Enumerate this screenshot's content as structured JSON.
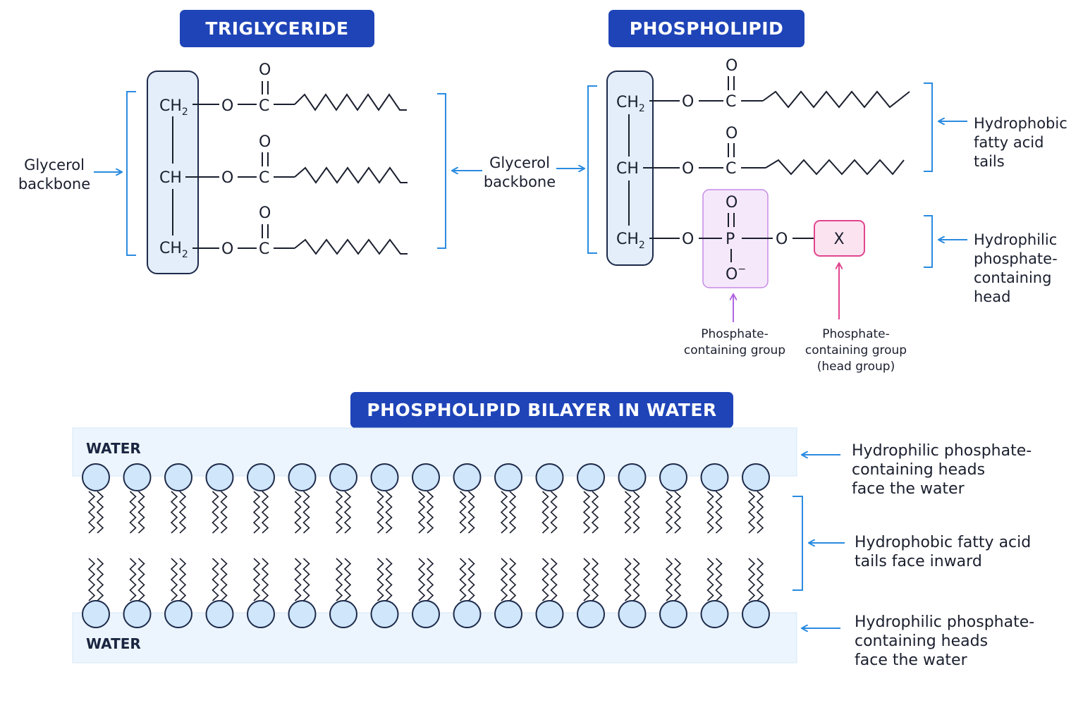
{
  "titles": {
    "triglyceride": "TRIGLYCERIDE",
    "phospholipid": "PHOSPHOLIPID",
    "bilayer": "PHOSPHOLIPID BILAYER IN WATER"
  },
  "triglyceride": {
    "glycerol_label": [
      "Glycerol",
      "backbone"
    ],
    "carbons": [
      "CH",
      "CH",
      "CH"
    ]
  },
  "phospholipid": {
    "glycerol_label": [
      "Glycerol",
      "backbone"
    ],
    "tails_label": [
      "Hydrophobic",
      "fatty acid",
      "tails"
    ],
    "head_label": [
      "Hydrophilic",
      "phosphate-",
      "containing",
      "head"
    ],
    "phosphate_group_label": [
      "Phosphate-",
      "containing group"
    ],
    "head_group_label": [
      "Phosphate-",
      "containing group",
      "(head group)"
    ],
    "x_label": "X",
    "phosphorus": "P"
  },
  "bilayer": {
    "water_top": "WATER",
    "water_bottom": "WATER",
    "top_label": [
      "Hydrophilic phosphate-",
      "containing heads",
      "face the water"
    ],
    "middle_label": [
      "Hydrophobic fatty acid",
      "tails face inward"
    ],
    "bottom_label": [
      "Hydrophilic phosphate-",
      "containing heads",
      "face the water"
    ],
    "lipid_pairs": 17
  },
  "colors": {
    "title_bg": "#1f44b8",
    "arrow": "#2a8be0",
    "glycerol_fill": "#e3eefa",
    "glycerol_stroke": "#1d2a4a",
    "phosphate_fill": "#f6e8fb",
    "phosphate_stroke": "#c58be6",
    "x_fill": "#fbe3ef",
    "x_stroke": "#e0458f",
    "head_fill": "#cfe6fb",
    "water_fill": "#ecf5fd"
  }
}
